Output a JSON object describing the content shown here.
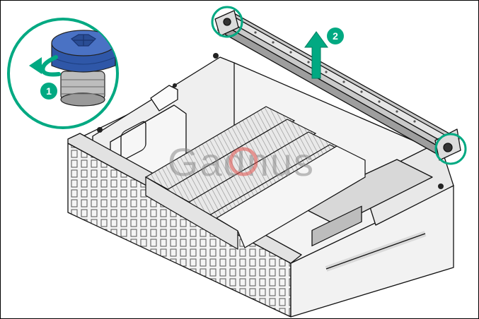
{
  "steps": [
    {
      "number": "1"
    },
    {
      "number": "2"
    }
  ],
  "watermark": "Gadnus",
  "colors": {
    "accent_teal": "#01a982",
    "thumbscrew_blue": "#2f57a8",
    "arrow_teal": "#01a982",
    "line": "#111111",
    "fill_light": "#ededed",
    "fill_mid": "#cfcfcf",
    "watermark_gray": "#8a8a8a",
    "watermark_red": "#e0504a"
  },
  "icons": {
    "thumbscrew": "thumbscrew-icon",
    "rotate_arrow": "rotate-counterclockwise-arrow-icon",
    "lift_arrow": "arrow-up-icon"
  }
}
